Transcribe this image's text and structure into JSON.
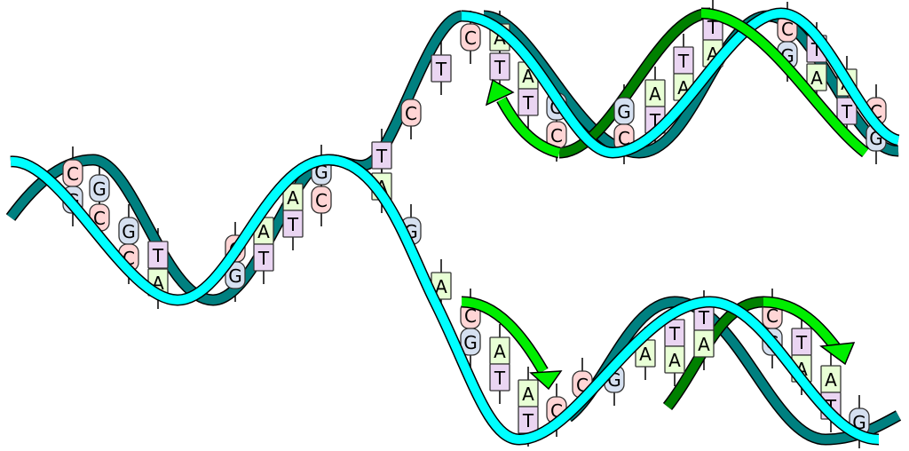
{
  "colors": {
    "C": "#ffd5d5",
    "G": "#d5e0f0",
    "A": "#e8ffd5",
    "T": "#ead5f2",
    "parent_strand_a": "#00ffff",
    "parent_strand_b": "#008080",
    "new_strand_leading": "#00ee00",
    "new_strand_dark": "#008000"
  },
  "bases": [
    "C",
    "G",
    "G",
    "C",
    "G",
    "C",
    "T",
    "A",
    "C",
    "G",
    "A",
    "T",
    "A",
    "T",
    "G",
    "C",
    "T",
    "A",
    "G",
    "A",
    "C",
    "G",
    "A",
    "T",
    "A",
    "T",
    "C",
    "C",
    "G",
    "A",
    "T",
    "A",
    "T",
    "A",
    "C",
    "G",
    "T",
    "A",
    "A",
    "T",
    "G",
    "C",
    "T",
    "C",
    "A",
    "T",
    "A",
    "T",
    "G",
    "C",
    "G",
    "C",
    "A",
    "T",
    "T",
    "A",
    "T",
    "A",
    "C",
    "G",
    "T",
    "A",
    "A",
    "T",
    "C",
    "G"
  ]
}
